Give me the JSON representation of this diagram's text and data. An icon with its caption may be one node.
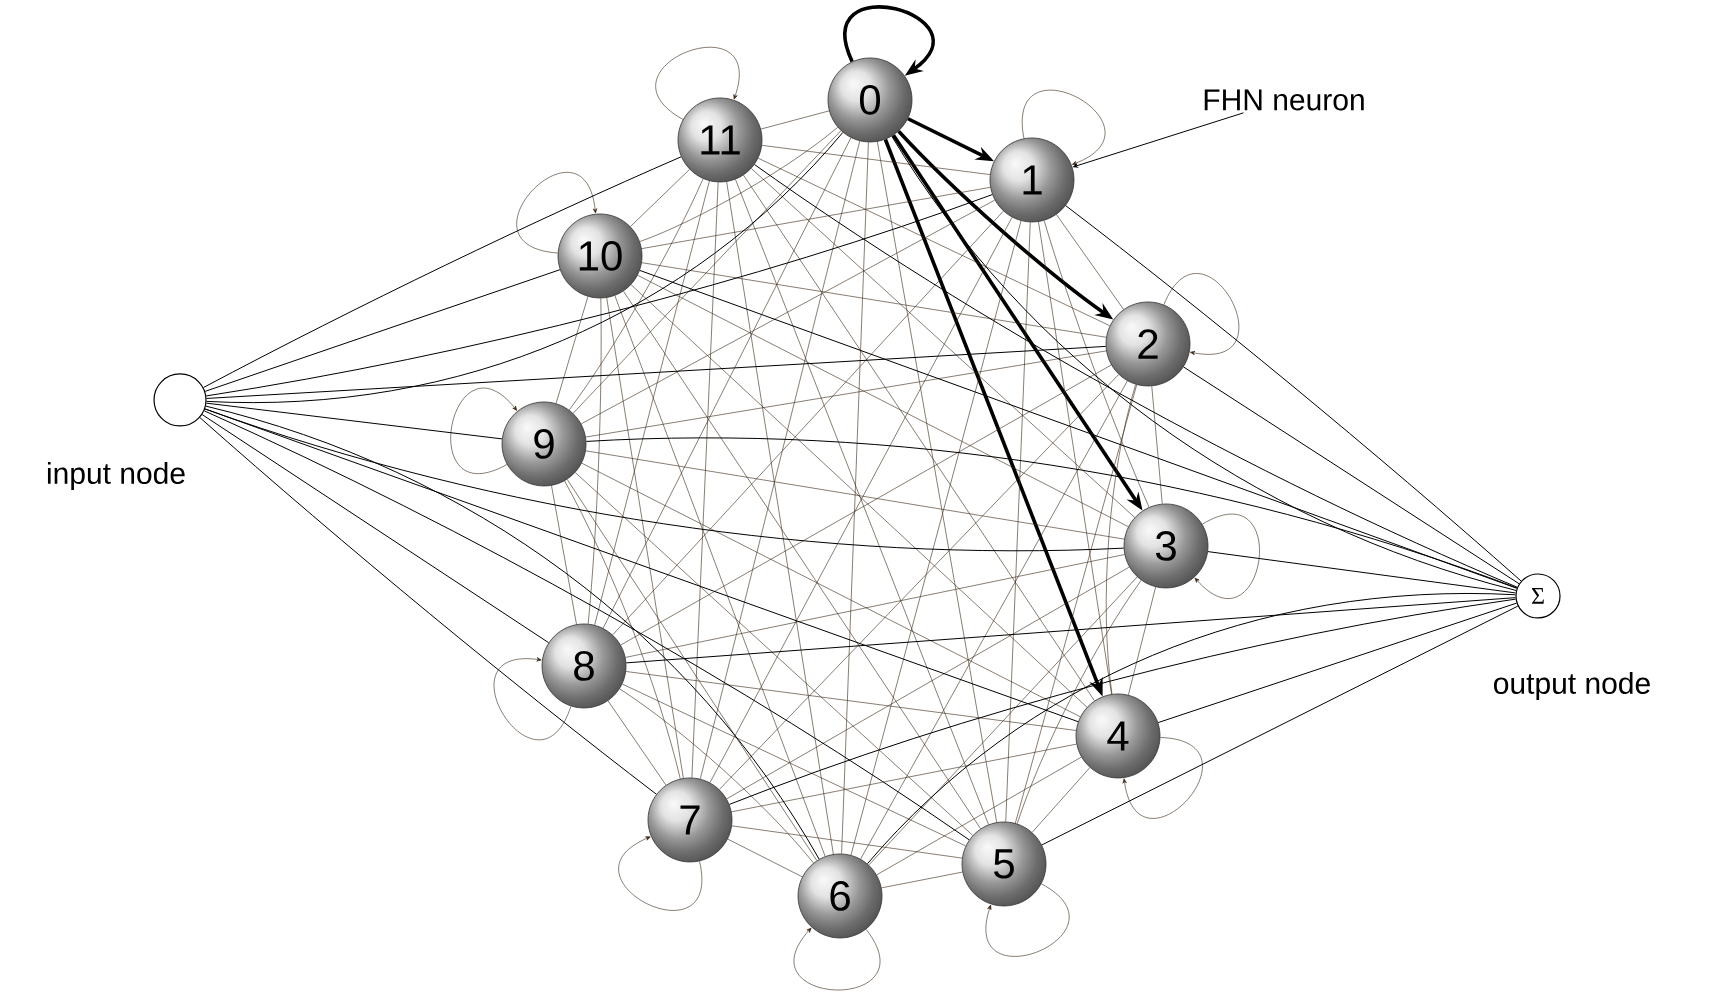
{
  "diagram": {
    "nodes": [
      {
        "text": [
          "0"
        ]
      },
      {
        "text": [
          "1"
        ]
      },
      {
        "text": [
          "2"
        ]
      },
      {
        "text": [
          "3"
        ]
      },
      {
        "text": [
          "4"
        ]
      },
      {
        "text": [
          "5"
        ]
      },
      {
        "text": [
          "6"
        ]
      },
      {
        "text": [
          "7"
        ]
      },
      {
        "text": [
          "8"
        ]
      },
      {
        "text": [
          "9"
        ]
      },
      {
        "text": [
          "10"
        ]
      },
      {
        "text": [
          "11"
        ]
      },
      {
        "text": [],
        "shape": "circle",
        "beside": [
          "input node"
        ]
      },
      {
        "text": [
          "Σ"
        ],
        "beside": [
          "output node"
        ]
      },
      {
        "text": [
          "FHN neuron"
        ]
      }
    ],
    "edges": [
      {
        "from": 0,
        "to": 0,
        "arrow": "to",
        "style": "thick"
      },
      {
        "from": 1,
        "to": 1,
        "arrow": "to"
      },
      {
        "from": 2,
        "to": 2,
        "arrow": "to"
      },
      {
        "from": 3,
        "to": 3,
        "arrow": "to"
      },
      {
        "from": 4,
        "to": 4,
        "arrow": "to"
      },
      {
        "from": 5,
        "to": 5,
        "arrow": "to"
      },
      {
        "from": 6,
        "to": 6,
        "arrow": "to"
      },
      {
        "from": 7,
        "to": 7,
        "arrow": "to"
      },
      {
        "from": 8,
        "to": 8,
        "arrow": "to"
      },
      {
        "from": 9,
        "to": 9,
        "arrow": "to"
      },
      {
        "from": 10,
        "to": 10,
        "arrow": "to"
      },
      {
        "from": 11,
        "to": 11,
        "arrow": "to"
      },
      {
        "from": 0,
        "to": 1,
        "arrow": "to",
        "style": "thick"
      },
      {
        "from": 0,
        "to": 2,
        "arrow": "to",
        "style": "thick"
      },
      {
        "from": 0,
        "to": 3,
        "arrow": "to",
        "style": "thick"
      },
      {
        "from": 0,
        "to": 4,
        "arrow": "to",
        "style": "thick"
      },
      {
        "from": 0,
        "to": 5,
        "arrow": "none"
      },
      {
        "from": 0,
        "to": 6,
        "arrow": "none"
      },
      {
        "from": 0,
        "to": 7,
        "arrow": "none"
      },
      {
        "from": 0,
        "to": 8,
        "arrow": "none"
      },
      {
        "from": 0,
        "to": 9,
        "arrow": "none"
      },
      {
        "from": 0,
        "to": 10,
        "arrow": "none"
      },
      {
        "from": 0,
        "to": 11,
        "arrow": "none"
      },
      {
        "from": 1,
        "to": 2,
        "arrow": "none"
      },
      {
        "from": 1,
        "to": 3,
        "arrow": "none"
      },
      {
        "from": 1,
        "to": 4,
        "arrow": "none"
      },
      {
        "from": 1,
        "to": 5,
        "arrow": "none"
      },
      {
        "from": 1,
        "to": 6,
        "arrow": "none"
      },
      {
        "from": 1,
        "to": 7,
        "arrow": "none"
      },
      {
        "from": 1,
        "to": 8,
        "arrow": "none"
      },
      {
        "from": 1,
        "to": 9,
        "arrow": "none"
      },
      {
        "from": 1,
        "to": 10,
        "arrow": "none"
      },
      {
        "from": 1,
        "to": 11,
        "arrow": "none"
      },
      {
        "from": 2,
        "to": 3,
        "arrow": "none"
      },
      {
        "from": 2,
        "to": 4,
        "arrow": "none"
      },
      {
        "from": 2,
        "to": 5,
        "arrow": "none"
      },
      {
        "from": 2,
        "to": 6,
        "arrow": "none"
      },
      {
        "from": 2,
        "to": 7,
        "arrow": "none"
      },
      {
        "from": 2,
        "to": 8,
        "arrow": "none"
      },
      {
        "from": 2,
        "to": 9,
        "arrow": "none"
      },
      {
        "from": 2,
        "to": 10,
        "arrow": "none"
      },
      {
        "from": 2,
        "to": 11,
        "arrow": "none"
      },
      {
        "from": 3,
        "to": 4,
        "arrow": "none"
      },
      {
        "from": 3,
        "to": 5,
        "arrow": "none"
      },
      {
        "from": 3,
        "to": 6,
        "arrow": "none"
      },
      {
        "from": 3,
        "to": 7,
        "arrow": "none"
      },
      {
        "from": 3,
        "to": 8,
        "arrow": "none"
      },
      {
        "from": 3,
        "to": 9,
        "arrow": "none"
      },
      {
        "from": 3,
        "to": 10,
        "arrow": "none"
      },
      {
        "from": 3,
        "to": 11,
        "arrow": "none"
      },
      {
        "from": 4,
        "to": 5,
        "arrow": "none"
      },
      {
        "from": 4,
        "to": 6,
        "arrow": "none"
      },
      {
        "from": 4,
        "to": 7,
        "arrow": "none"
      },
      {
        "from": 4,
        "to": 8,
        "arrow": "none"
      },
      {
        "from": 4,
        "to": 9,
        "arrow": "none"
      },
      {
        "from": 4,
        "to": 10,
        "arrow": "none"
      },
      {
        "from": 4,
        "to": 11,
        "arrow": "none"
      },
      {
        "from": 5,
        "to": 6,
        "arrow": "none"
      },
      {
        "from": 5,
        "to": 7,
        "arrow": "none"
      },
      {
        "from": 5,
        "to": 8,
        "arrow": "none"
      },
      {
        "from": 5,
        "to": 9,
        "arrow": "none"
      },
      {
        "from": 5,
        "to": 10,
        "arrow": "none"
      },
      {
        "from": 5,
        "to": 11,
        "arrow": "none"
      },
      {
        "from": 6,
        "to": 7,
        "arrow": "none"
      },
      {
        "from": 6,
        "to": 8,
        "arrow": "none"
      },
      {
        "from": 6,
        "to": 9,
        "arrow": "none"
      },
      {
        "from": 6,
        "to": 10,
        "arrow": "none"
      },
      {
        "from": 6,
        "to": 11,
        "arrow": "none"
      },
      {
        "from": 7,
        "to": 8,
        "arrow": "none"
      },
      {
        "from": 7,
        "to": 9,
        "arrow": "none"
      },
      {
        "from": 7,
        "to": 10,
        "arrow": "none"
      },
      {
        "from": 7,
        "to": 11,
        "arrow": "none"
      },
      {
        "from": 8,
        "to": 9,
        "arrow": "none"
      },
      {
        "from": 8,
        "to": 10,
        "arrow": "none"
      },
      {
        "from": 8,
        "to": 11,
        "arrow": "none"
      },
      {
        "from": 9,
        "to": 10,
        "arrow": "none"
      },
      {
        "from": 9,
        "to": 11,
        "arrow": "none"
      },
      {
        "from": 10,
        "to": 11,
        "arrow": "none"
      },
      {
        "from": 12,
        "to": 0,
        "arrow": "none"
      },
      {
        "from": 12,
        "to": 1,
        "arrow": "none"
      },
      {
        "from": 12,
        "to": 2,
        "arrow": "none"
      },
      {
        "from": 12,
        "to": 3,
        "arrow": "none"
      },
      {
        "from": 12,
        "to": 4,
        "arrow": "none"
      },
      {
        "from": 12,
        "to": 5,
        "arrow": "none"
      },
      {
        "from": 12,
        "to": 6,
        "arrow": "none"
      },
      {
        "from": 12,
        "to": 7,
        "arrow": "none"
      },
      {
        "from": 12,
        "to": 8,
        "arrow": "none"
      },
      {
        "from": 12,
        "to": 9,
        "arrow": "none"
      },
      {
        "from": 12,
        "to": 10,
        "arrow": "none"
      },
      {
        "from": 12,
        "to": 11,
        "arrow": "none"
      },
      {
        "from": 0,
        "to": 13,
        "arrow": "none"
      },
      {
        "from": 1,
        "to": 13,
        "arrow": "none"
      },
      {
        "from": 2,
        "to": 13,
        "arrow": "none"
      },
      {
        "from": 3,
        "to": 13,
        "arrow": "none"
      },
      {
        "from": 4,
        "to": 13,
        "arrow": "none"
      },
      {
        "from": 5,
        "to": 13,
        "arrow": "none"
      },
      {
        "from": 6,
        "to": 13,
        "arrow": "none"
      },
      {
        "from": 7,
        "to": 13,
        "arrow": "none"
      },
      {
        "from": 8,
        "to": 13,
        "arrow": "none"
      },
      {
        "from": 9,
        "to": 13,
        "arrow": "none"
      },
      {
        "from": 10,
        "to": 13,
        "arrow": "none"
      },
      {
        "from": 11,
        "to": 13,
        "arrow": "none"
      },
      {
        "from": 14,
        "to": 1,
        "arrow": "to"
      }
    ]
  }
}
